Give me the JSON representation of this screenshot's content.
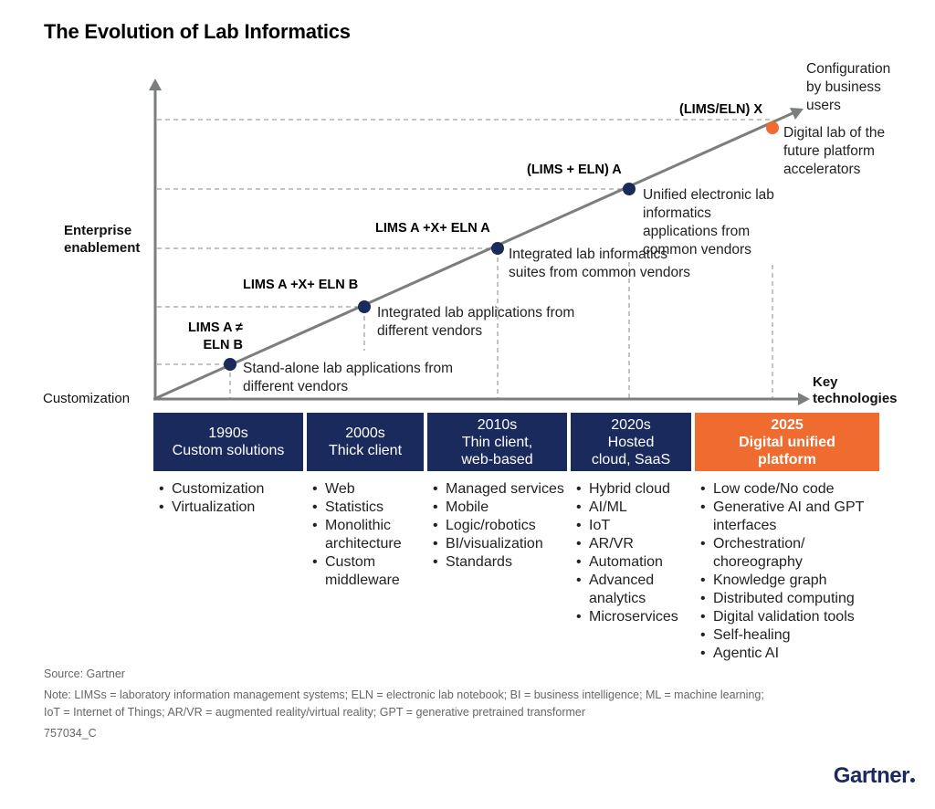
{
  "title": "The Evolution of Lab Informatics",
  "axes": {
    "y_label": "Enterprise enablement",
    "origin_label": "Customization",
    "x_label": "Key technologies",
    "top_right_label": "Configuration by business users"
  },
  "milestones": [
    {
      "label": "LIMS A ≠ ELN B",
      "description": "Stand-alone lab applications from different vendors"
    },
    {
      "label": "LIMS A +X+ ELN B",
      "description": "Integrated lab applications from different vendors"
    },
    {
      "label": "LIMS A +X+ ELN A",
      "description": "Integrated lab informatics suites from common vendors"
    },
    {
      "label": "(LIMS + ELN) A",
      "description": "Unified electronic lab informatics applications from common vendors"
    },
    {
      "label": "(LIMS/ELN) X",
      "description": "Digital lab of the future platform accelerators"
    }
  ],
  "eras": [
    {
      "year": "1990s",
      "name": "Custom solutions",
      "technologies": [
        "Customization",
        "Virtualization"
      ]
    },
    {
      "year": "2000s",
      "name": "Thick client",
      "technologies": [
        "Web",
        "Statistics",
        "Monolithic architecture",
        "Custom middleware"
      ]
    },
    {
      "year": "2010s",
      "name": "Thin client, web-based",
      "technologies": [
        "Managed services",
        "Mobile",
        "Logic/robotics",
        "BI/visualization",
        "Standards"
      ]
    },
    {
      "year": "2020s",
      "name": "Hosted cloud, SaaS",
      "technologies": [
        "Hybrid cloud",
        "AI/ML",
        "IoT",
        "AR/VR",
        "Automation",
        "Advanced analytics",
        "Microservices"
      ]
    },
    {
      "year": "2025",
      "name": "Digital unified platform",
      "technologies": [
        "Low code/No code",
        "Generative AI and GPT interfaces",
        "Orchestration/ choreography",
        "Knowledge graph",
        "Distributed computing",
        "Digital validation tools",
        "Self-healing",
        "Agentic AI"
      ]
    }
  ],
  "footer": {
    "source": "Source: Gartner",
    "note_line1": "Note: LIMSs = laboratory information management systems; ELN = electronic lab notebook; BI = business intelligence; ML = machine learning;",
    "note_line2": "IoT = Internet of Things; AR/VR = augmented reality/virtual reality; GPT = generative pretrained transformer",
    "code": "757034_C"
  },
  "logo": "Gartner",
  "colors": {
    "navy": "#1b2a5c",
    "orange": "#ef6b2f",
    "axis": "#7a7f7e"
  }
}
